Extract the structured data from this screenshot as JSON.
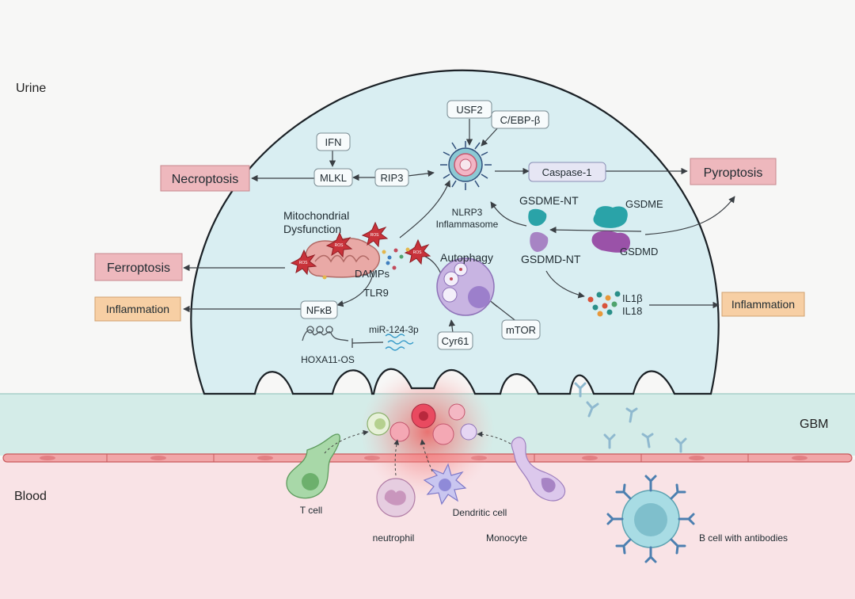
{
  "regions": {
    "urine": "Urine",
    "gbm": "GBM",
    "blood": "Blood"
  },
  "outcomes": {
    "necroptosis": "Necroptosis",
    "pyroptosis": "Pyroptosis",
    "ferroptosis": "Ferroptosis",
    "inflammation_left": "Inflammation",
    "inflammation_right": "Inflammation"
  },
  "nodes": {
    "usf2": "USF2",
    "cebpb": "C/EBP-β",
    "ifn": "IFN",
    "mlkl": "MLKL",
    "rip3": "RIP3",
    "caspase1": "Caspase-1",
    "nfkb": "NFκB",
    "cyr61": "Cyr61",
    "mtor": "mTOR"
  },
  "labels": {
    "nlrp3_1": "NLRP3",
    "nlrp3_2": "Inflammasome",
    "mito_1": "Mitochondrial",
    "mito_2": "Dysfunction",
    "damps": "DAMPs",
    "tlr9": "TLR9",
    "autophagy": "Autophagy",
    "gsdme_nt": "GSDME-NT",
    "gsdme": "GSDME",
    "gsdmd_nt": "GSDMD-NT",
    "gsdmd": "GSDMD",
    "il1b": "IL1β",
    "il18": "IL18",
    "mir": "miR-124-3p",
    "hoxa": "HOXA11-OS",
    "ros": "ROS"
  },
  "cells": {
    "t_cell": "T cell",
    "neutrophil": "neutrophil",
    "dendritic": "Dendritic cell",
    "monocyte": "Monocyte",
    "b_cell": "B cell with antibodies"
  },
  "colors": {
    "urine_bg": "#f7f7f6",
    "podocyte_fill": "#d9eef2",
    "gbm_fill": "#d4ece8",
    "blood_fill": "#f9e3e6",
    "outcome_red": "#eeb8bd",
    "outcome_orange": "#f7cfa4"
  }
}
